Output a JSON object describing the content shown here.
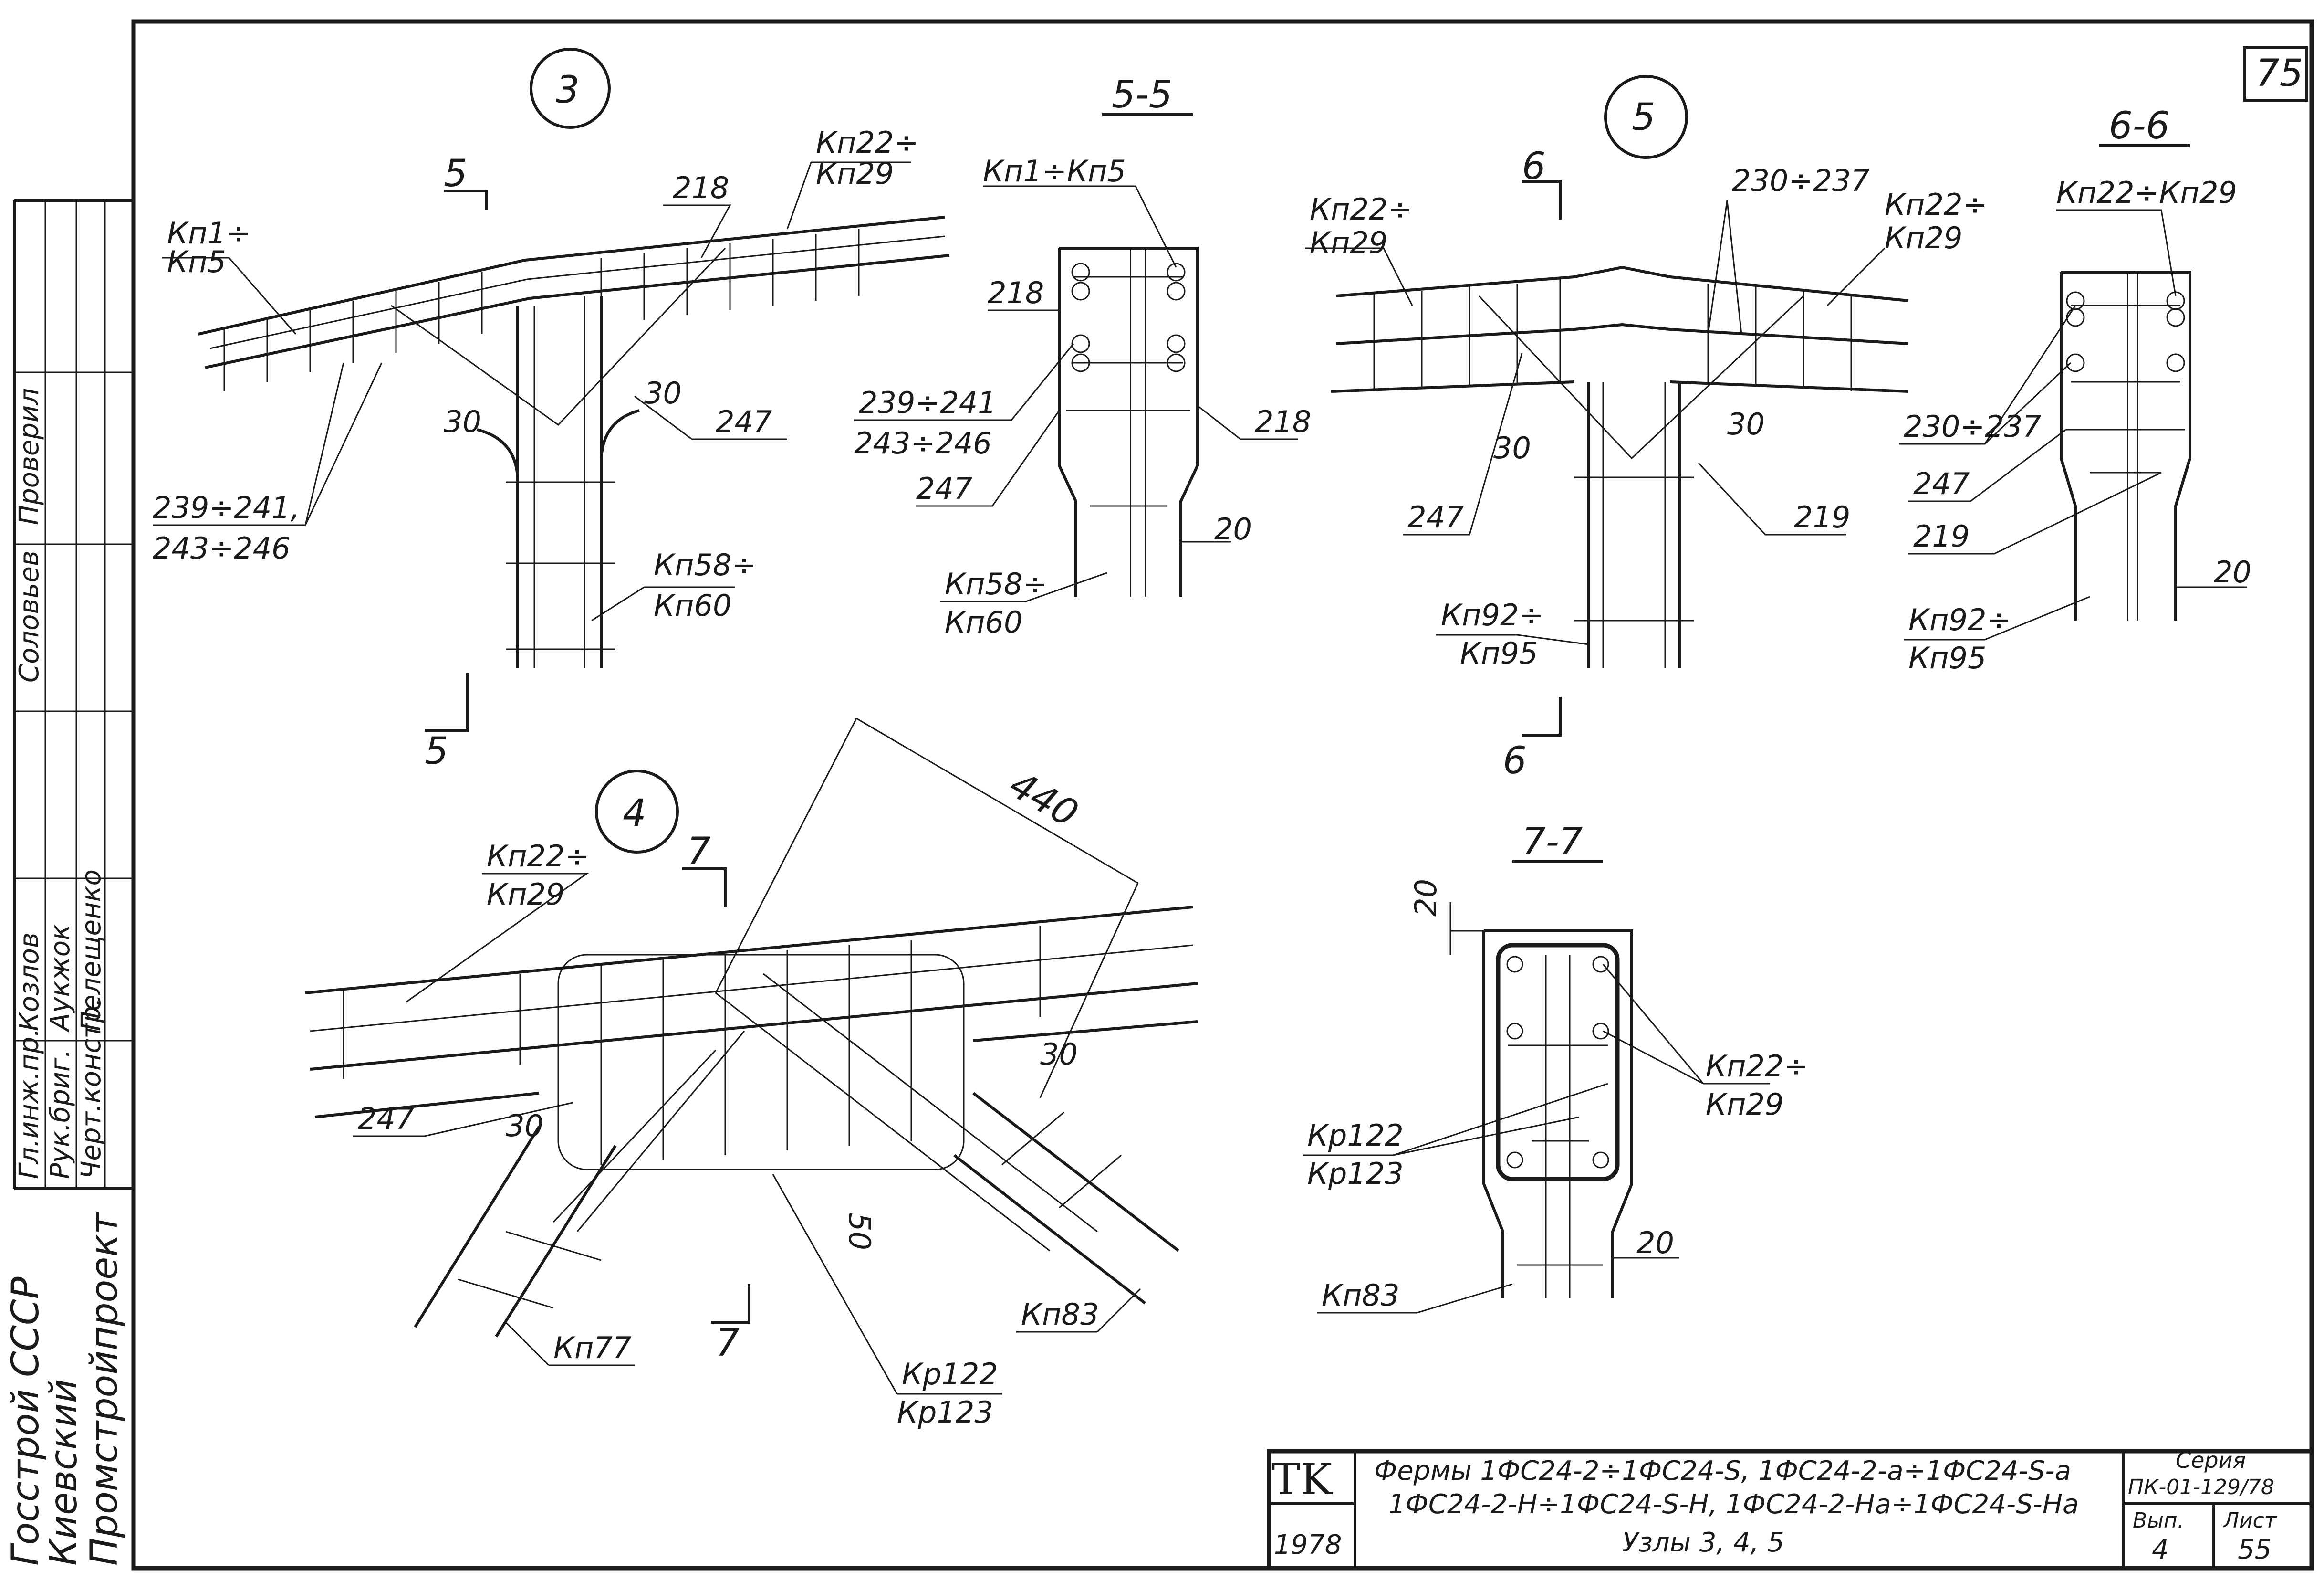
{
  "sheet": {
    "sheet_number": "75",
    "stamp": {
      "tk": "TK",
      "year": "1978",
      "title_line1": "Фермы 1ФС24-2÷1ФС24-S, 1ФС24-2-а÷1ФС24-S-а",
      "title_line2": "1ФС24-2-Н÷1ФС24-S-Н, 1ФС24-2-На÷1ФС24-S-На",
      "title_line3": "Узлы 3, 4, 5",
      "series_label": "Серия",
      "series_value": "ПК-01-129/78",
      "issue_label": "Вып.",
      "issue_value": "4",
      "page_label": "Лист",
      "page_value": "55"
    },
    "side_block": {
      "org_line1": "Госстрой СССР",
      "org_line2": "Киевский",
      "org_line3": "Промстройпроект",
      "roles": [
        "Гл.инж.пр.",
        "Рук.бриг.",
        "Черт.констр."
      ],
      "names": [
        "Козлов",
        "Аукжок",
        "Пелещенко"
      ],
      "checked_label": "Проверил",
      "checked_name": "Соловьев"
    }
  },
  "views": {
    "node3": {
      "marker": "3",
      "labels": {
        "kp1": "Кп1÷",
        "kp5": "Кп5",
        "kp22": "Кп22÷",
        "kp29": "Кп29",
        "r218": "218",
        "r247": "247",
        "r239": "239÷241,",
        "r243": "243÷246",
        "angle_left": "30",
        "angle_right": "30",
        "kp58": "Кп58÷",
        "kp60": "Кп60",
        "cut_top": "5",
        "cut_bottom": "5"
      }
    },
    "section55": {
      "title": "5-5",
      "labels": {
        "kp1_5": "Кп1÷Кп5",
        "r218_left": "218",
        "r218_right": "218",
        "r239": "239÷241",
        "r243": "243÷246",
        "r247": "247",
        "kp58": "Кп58÷",
        "kp60": "Кп60",
        "dim20": "20"
      }
    },
    "node5": {
      "marker": "5",
      "labels": {
        "kp22_left": "Кп22÷",
        "kp29_left": "Кп29",
        "r230": "230÷237",
        "kp22_right": "Кп22÷",
        "kp29_right": "Кп29",
        "angle_left": "30",
        "angle_right": "30",
        "r247": "247",
        "r219": "219",
        "kp92": "Кп92÷",
        "kp95": "Кп95",
        "cut_top": "6",
        "cut_bottom": "6"
      }
    },
    "section66": {
      "title": "6-6",
      "labels": {
        "kp22_29": "Кп22÷Кп29",
        "r230": "230÷237",
        "r247": "247",
        "r219": "219",
        "kp92": "Кп92÷",
        "kp95": "Кп95",
        "dim20": "20"
      }
    },
    "node4": {
      "marker": "4",
      "labels": {
        "kp22": "Кп22÷",
        "kp29": "Кп29",
        "dim440": "440",
        "r247": "247",
        "angle_left": "30",
        "angle_right": "30",
        "dim50": "50",
        "kp77": "Кп77",
        "kp83": "Кп83",
        "kr122": "Кр122",
        "kr123": "Кр123",
        "cut_top": "7",
        "cut_bottom": "7"
      }
    },
    "section77": {
      "title": "7-7",
      "labels": {
        "dim20_top": "20",
        "kp22": "Кп22÷",
        "kp29": "Кп29",
        "kr122": "Кр122",
        "kr123": "Кр123",
        "dim20": "20",
        "kp83": "Кп83"
      }
    }
  }
}
